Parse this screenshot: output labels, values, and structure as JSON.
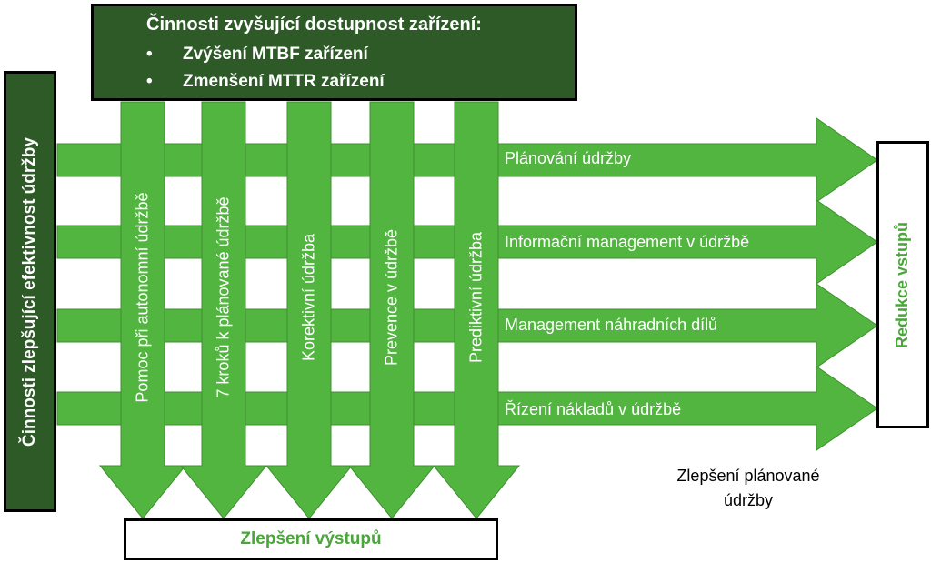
{
  "top_box": {
    "title": "Činnosti zvyšující dostupnost zařízení:",
    "items": [
      "Zvýšení MTBF zařízení",
      "Zmenšení MTTR zařízení"
    ]
  },
  "left_box": {
    "label": "Činnosti zlepšující efektivnost údržby"
  },
  "right_box": {
    "label": "Redukce vstupů"
  },
  "bottom_box": {
    "label": "Zlepšení výstupů"
  },
  "horizontal_arrows": [
    "Plánování údržby",
    "Informační management v  údržbě",
    "Management náhradních dílů",
    "Řízení nákladů v údržbě"
  ],
  "vertical_arrows": [
    "Pomoc při autonomní údržbě",
    "7 kroků k plánované údržbě",
    "Korektivní údržba",
    "Prevence v údržbě",
    "Prediktivní údržba"
  ],
  "caption": "Zlepšení plánované údržby",
  "colors": {
    "arrow_fill": "#52b540",
    "arrow_stroke": "#3f8f30",
    "dark_box": "#2d5a27",
    "accent_text": "#4aa63a"
  }
}
